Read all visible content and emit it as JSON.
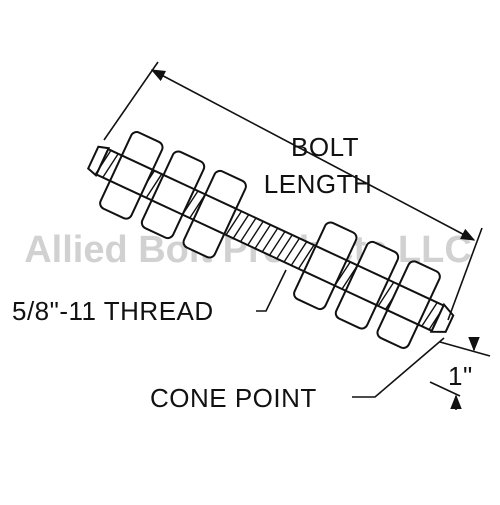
{
  "labels": {
    "bolt_length_line1": "BOLT",
    "bolt_length_line2": "LENGTH",
    "thread": "5/8\"-11 THREAD",
    "cone_point": "CONE POINT",
    "cone_dimension": "1\""
  },
  "watermark": "Allied Bolt Products LLC",
  "colors": {
    "ink": "#111111",
    "watermark": "#c9c9c9",
    "background": "#ffffff"
  }
}
